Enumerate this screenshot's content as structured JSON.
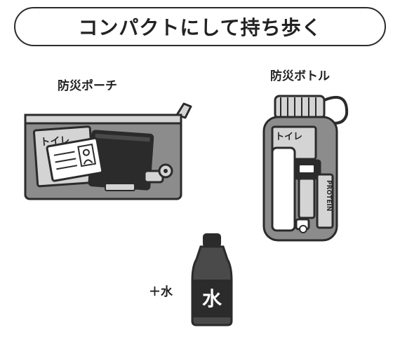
{
  "title": "コンパクトにして持ち歩く",
  "items": {
    "pouch": {
      "label": "防災ポーチ",
      "toilet_text": "トイレ"
    },
    "bottle": {
      "label": "防災ボトル",
      "toilet_text": "トイレ",
      "protein_text": "PROTEIN"
    },
    "water": {
      "label": "＋水",
      "bottle_text": "水"
    }
  },
  "colors": {
    "ink": "#2b2b2b",
    "dark_gray": "#4a4a4a",
    "mid_gray": "#8c8c8c",
    "light_gray": "#d4d4d4",
    "paper": "#ffffff"
  }
}
